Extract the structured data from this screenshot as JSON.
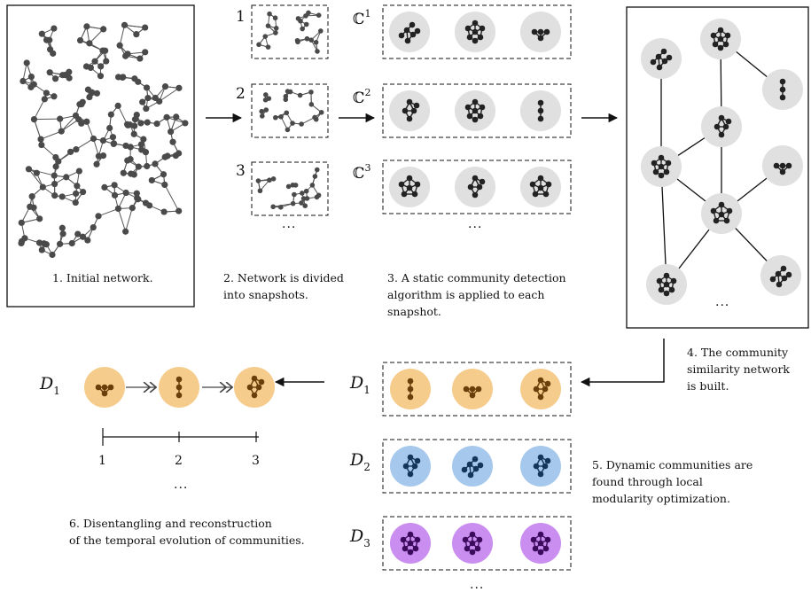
{
  "captions": {
    "step1": [
      "1. Initial network."
    ],
    "step2": [
      "2. Network is divided",
      "into snapshots."
    ],
    "step3": [
      "3. A static community detection",
      "algorithm is applied to each",
      "snapshot."
    ],
    "step4": [
      "4. The community",
      "similarity network",
      "is built."
    ],
    "step5": [
      "5. Dynamic communities are",
      "found through local",
      "modularity optimization."
    ],
    "step6": [
      "6. Disentangling and reconstruction",
      "of the temporal evolution of communities."
    ]
  },
  "snapshots": {
    "numbers": [
      "1",
      "2",
      "3"
    ],
    "ellipsis": "..."
  },
  "static_communities": {
    "symbol": "ℂ",
    "superscripts": [
      "1",
      "2",
      "3"
    ],
    "ellipsis": "..."
  },
  "similarity_network": {
    "ellipsis": "..."
  },
  "dynamic": {
    "letter": "D",
    "subscripts": [
      "1",
      "2",
      "3"
    ],
    "ellipsis": "..."
  },
  "timeline": {
    "letter": "D",
    "subscript": "1",
    "ticks": [
      "1",
      "2",
      "3"
    ],
    "ellipsis": "..."
  },
  "colors": {
    "network_node": "#4a4a4a",
    "community_bg": "#e0e0e0",
    "orange_bg": "#f5cc8c",
    "orange_node": "#6b3f0a",
    "blue_bg": "#a6c8ec",
    "blue_node": "#14365a",
    "purple_bg": "#c98ef0",
    "purple_node": "#3d0b5e"
  }
}
